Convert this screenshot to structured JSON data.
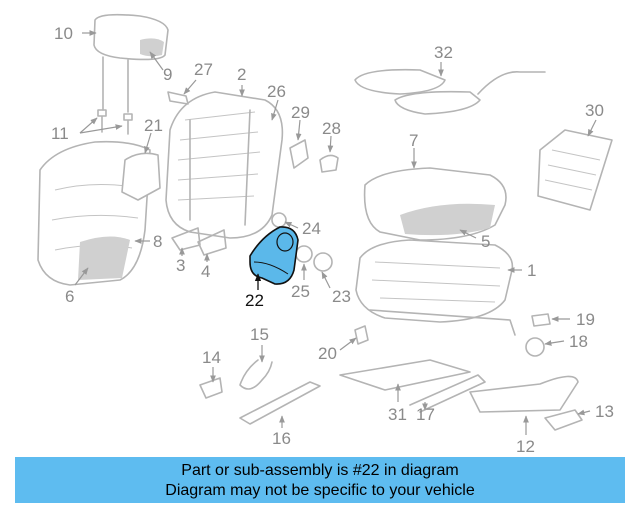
{
  "diagram": {
    "highlighted_part": "22",
    "highlight_color": "#5bb8ea",
    "labels": [
      {
        "id": "10",
        "text": "10"
      },
      {
        "id": "9",
        "text": "9"
      },
      {
        "id": "27",
        "text": "27"
      },
      {
        "id": "2",
        "text": "2"
      },
      {
        "id": "32",
        "text": "32"
      },
      {
        "id": "30",
        "text": "30"
      },
      {
        "id": "11",
        "text": "11"
      },
      {
        "id": "21",
        "text": "21"
      },
      {
        "id": "26",
        "text": "26"
      },
      {
        "id": "29",
        "text": "29"
      },
      {
        "id": "28",
        "text": "28"
      },
      {
        "id": "7",
        "text": "7"
      },
      {
        "id": "8",
        "text": "8"
      },
      {
        "id": "3",
        "text": "3"
      },
      {
        "id": "4",
        "text": "4"
      },
      {
        "id": "24",
        "text": "24"
      },
      {
        "id": "5",
        "text": "5"
      },
      {
        "id": "6",
        "text": "6"
      },
      {
        "id": "22",
        "text": "22"
      },
      {
        "id": "25",
        "text": "25"
      },
      {
        "id": "23",
        "text": "23"
      },
      {
        "id": "1",
        "text": "1"
      },
      {
        "id": "19",
        "text": "19"
      },
      {
        "id": "15",
        "text": "15"
      },
      {
        "id": "18",
        "text": "18"
      },
      {
        "id": "20",
        "text": "20"
      },
      {
        "id": "14",
        "text": "14"
      },
      {
        "id": "31",
        "text": "31"
      },
      {
        "id": "17",
        "text": "17"
      },
      {
        "id": "13",
        "text": "13"
      },
      {
        "id": "16",
        "text": "16"
      },
      {
        "id": "12",
        "text": "12"
      }
    ]
  },
  "banner": {
    "line1": "Part or sub-assembly is #22 in diagram",
    "line2": "Diagram may not be specific to your vehicle",
    "color": "#5ebcf0"
  }
}
